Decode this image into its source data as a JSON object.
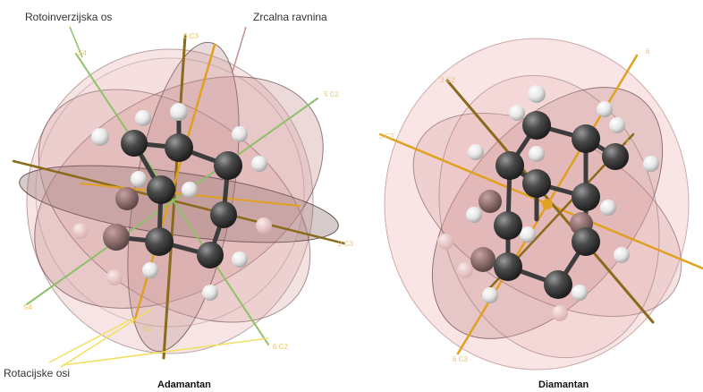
{
  "labels": {
    "rotoinversion_axis": "Rotoinverzijska os",
    "mirror_plane": "Zrcalna ravnina",
    "rotation_axes": "Rotacijske osi",
    "adamantane": "Adamantan",
    "diamantane": "Diamantan"
  },
  "axis_tags": {
    "adamantane": [
      "6 C3",
      "5 C2",
      "2 C3",
      "6 C2",
      "C2",
      "S4",
      "S4"
    ],
    "diamantane": [
      "3 C2",
      "3 C2",
      "6",
      "6",
      "6 C3"
    ]
  },
  "colors": {
    "plane_fill": "#d6a0a0",
    "plane_stroke": "#6b4848",
    "carbon": "#4a4a4a",
    "hydrogen": "#f2f2f2",
    "axis_c3": "#8a6a1c",
    "axis_c2": "#e0a020",
    "axis_s4": "#8ec06a",
    "pointer": "#f0e060"
  }
}
